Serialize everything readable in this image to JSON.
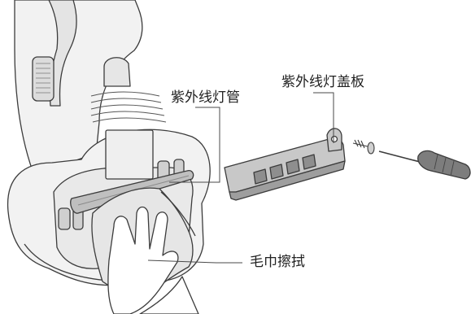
{
  "labels": {
    "uv_tube": "紫外线灯管",
    "uv_cover": "紫外线灯盖板",
    "towel_wipe": "毛巾擦拭"
  },
  "colors": {
    "line": "#3c3c3c",
    "callout": "#4a4a4a",
    "body_fill": "#f2f2f2",
    "shade_fill": "#dcdcdc",
    "dark_fill": "#9a9a9a",
    "cover_fill": "#bdbdbd",
    "screwdriver_fill": "#7d7d7d",
    "background": "#ffffff"
  },
  "icons": {
    "device": "handheld-uv-vacuum-icon",
    "cover": "uv-lamp-cover-plate-icon",
    "screw": "screw-icon",
    "screwdriver": "screwdriver-icon",
    "hand": "hand-with-towel-icon"
  }
}
